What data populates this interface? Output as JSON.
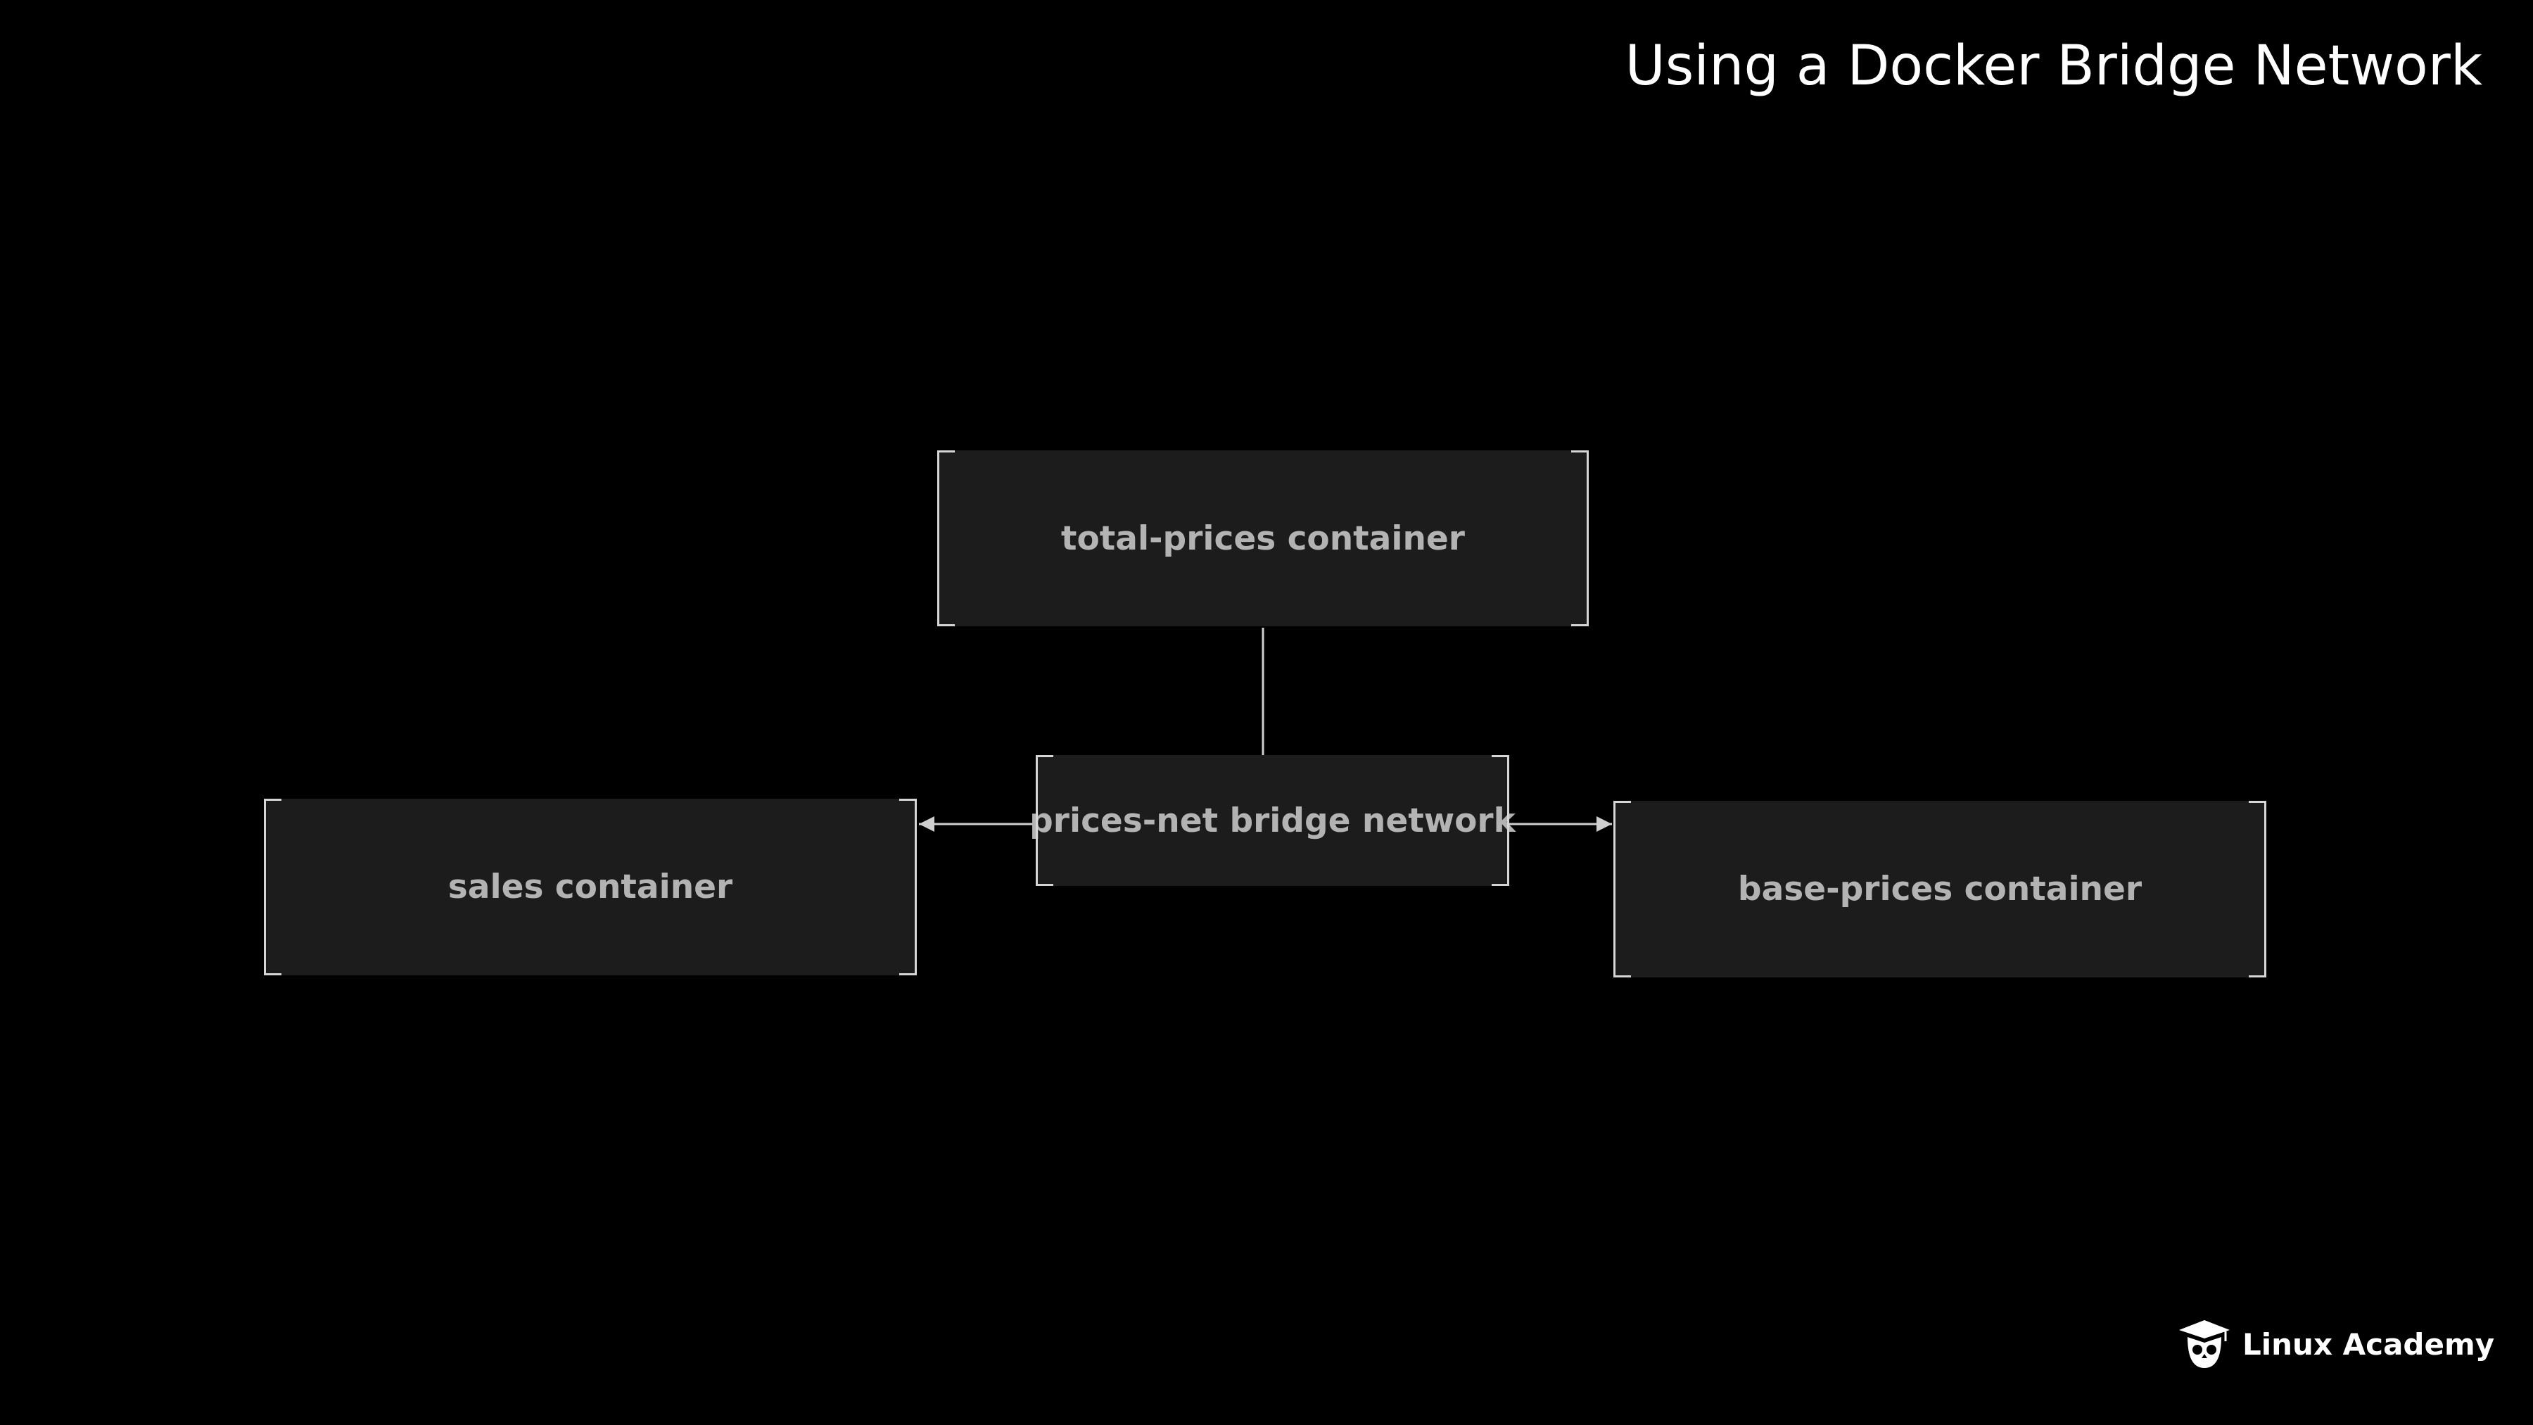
{
  "slide": {
    "title": "Using a Docker Bridge Network",
    "background_color": "#000000"
  },
  "diagram": {
    "nodes": {
      "total_prices": "total-prices container",
      "bridge": "prices-net bridge network",
      "sales": "sales container",
      "base_prices": "base-prices container"
    },
    "edges": [
      {
        "from": "total_prices",
        "to": "bridge",
        "style": "line"
      },
      {
        "from": "bridge",
        "to": "sales",
        "style": "arrow"
      },
      {
        "from": "bridge",
        "to": "base_prices",
        "style": "arrow"
      }
    ],
    "box_color": "#1c1c1c",
    "text_color": "#b3b3b3",
    "line_color": "#cfcfcf"
  },
  "branding": {
    "logo_text": "Linux Academy",
    "logo_icon": "owl-graduation-cap-icon"
  }
}
